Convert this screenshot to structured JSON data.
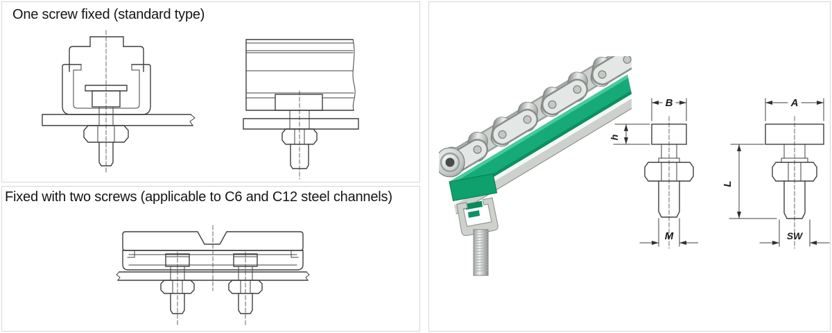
{
  "panels": {
    "one_screw": {
      "title": "One screw fixed (standard type)"
    },
    "two_screws": {
      "title": "Fixed with two screws (applicable  to C6 and C12 steel channels)"
    },
    "product": {
      "illustration": "roller-chain-on-green-chain-guide-with-threaded-stud",
      "dimension_labels": {
        "head_width_small": "B",
        "head_height": "h",
        "thread": "M",
        "head_width_large": "A",
        "length": "L",
        "wrench_size": "SW"
      }
    }
  },
  "colors": {
    "guide_green": "#17aa79",
    "guide_green_light": "#45cb9d",
    "guide_green_dark": "#0b8f63",
    "steel_gray": "#ccd1cd",
    "drawing_line": "#3f3f3f",
    "panel_border": "#d6d6d6"
  }
}
